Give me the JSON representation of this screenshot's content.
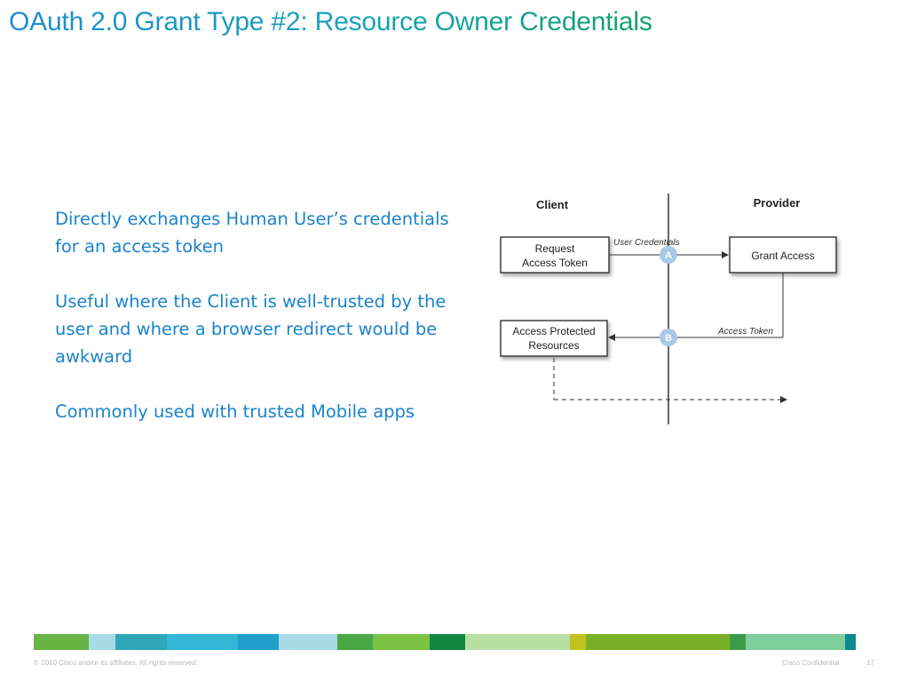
{
  "slide": {
    "title": "OAuth 2.0 Grant Type #2: Resource Owner Credentials",
    "bullets": [
      "Directly exchanges Human User’s credentials for an access token",
      "Useful where the Client is well-trusted by the user and where a browser redirect would be awkward",
      "Commonly used with trusted Mobile apps"
    ]
  },
  "diagram": {
    "client_label": "Client",
    "provider_label": "Provider",
    "request_box_line1": "Request",
    "request_box_line2": "Access Token",
    "grant_box": "Grant Access",
    "access_box_line1": "Access Protected",
    "access_box_line2": "Resources",
    "arrow_a_label": "User Credentials",
    "arrow_a_marker": "A",
    "arrow_b_label": "Access Token",
    "arrow_b_marker": "B",
    "marker_color": "#a9c8e6"
  },
  "colorbar": [
    {
      "color": "#6ab445",
      "w": 62
    },
    {
      "color": "#a8dbe6",
      "w": 30
    },
    {
      "color": "#2ea8b8",
      "w": 58
    },
    {
      "color": "#33b7d6",
      "w": 80
    },
    {
      "color": "#1f9fc9",
      "w": 46
    },
    {
      "color": "#a8dbe6",
      "w": 66
    },
    {
      "color": "#48a846",
      "w": 40
    },
    {
      "color": "#7cc245",
      "w": 64
    },
    {
      "color": "#128541",
      "w": 40
    },
    {
      "color": "#b7dfa3",
      "w": 118
    },
    {
      "color": "#c2c21f",
      "w": 18
    },
    {
      "color": "#7ab028",
      "w": 162
    },
    {
      "color": "#3d9c4c",
      "w": 18
    },
    {
      "color": "#7fcf9d",
      "w": 112
    },
    {
      "color": "#0d8a8c",
      "w": 12
    }
  ],
  "footer": {
    "copyright": "© 2010 Cisco and/or its affiliates. All rights reserved.",
    "confidential": "Cisco Confidential",
    "page_number": "17"
  }
}
